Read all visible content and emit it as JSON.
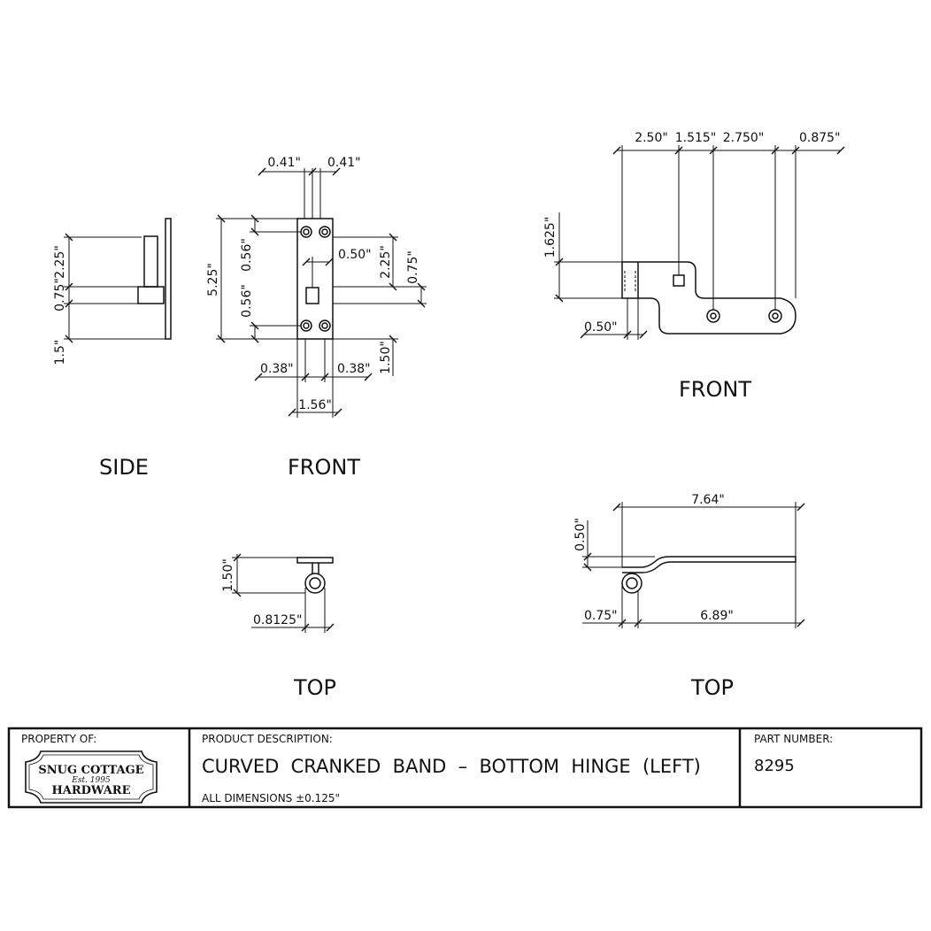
{
  "views": {
    "side": {
      "label": "SIDE",
      "dims": {
        "d1": "2.25\"",
        "d2": "0.75\"",
        "d3": "1.5\""
      }
    },
    "front_left": {
      "label": "FRONT",
      "dims": {
        "top_a": "0.41\"",
        "top_b": "0.41\"",
        "height": "5.25\"",
        "hole_a": "0.56\"",
        "hole_b": "0.56\"",
        "slot": "0.50\"",
        "r1": "2.25\"",
        "r2": "0.75\"",
        "r3": "1.50\"",
        "bot_a": "0.38\"",
        "bot_b": "0.38\"",
        "width": "1.56\""
      }
    },
    "front_right": {
      "label": "FRONT",
      "dims": {
        "h1": "2.50\"",
        "h2": "1.515\"",
        "h3": "2.750\"",
        "h4": "0.875\"",
        "v1": "1.625\"",
        "knuckle": "0.50\""
      }
    },
    "top_left": {
      "label": "TOP",
      "dims": {
        "v": "1.50\"",
        "h": "0.8125\""
      }
    },
    "top_right": {
      "label": "TOP",
      "dims": {
        "overall": "7.64\"",
        "offset": "0.50\"",
        "knuckle": "0.75\"",
        "strap": "6.89\""
      }
    }
  },
  "title_block": {
    "property_label": "PROPERTY OF:",
    "logo": {
      "line1": "SNUG COTTAGE",
      "line2": "Est. 1995",
      "line3": "HARDWARE"
    },
    "description_label": "PRODUCT DESCRIPTION:",
    "description": "CURVED  CRANKED  BAND  –  BOTTOM  HINGE  (LEFT)",
    "tolerance": "ALL DIMENSIONS ±0.125\"",
    "part_label": "PART NUMBER:",
    "part_number": "8295"
  }
}
